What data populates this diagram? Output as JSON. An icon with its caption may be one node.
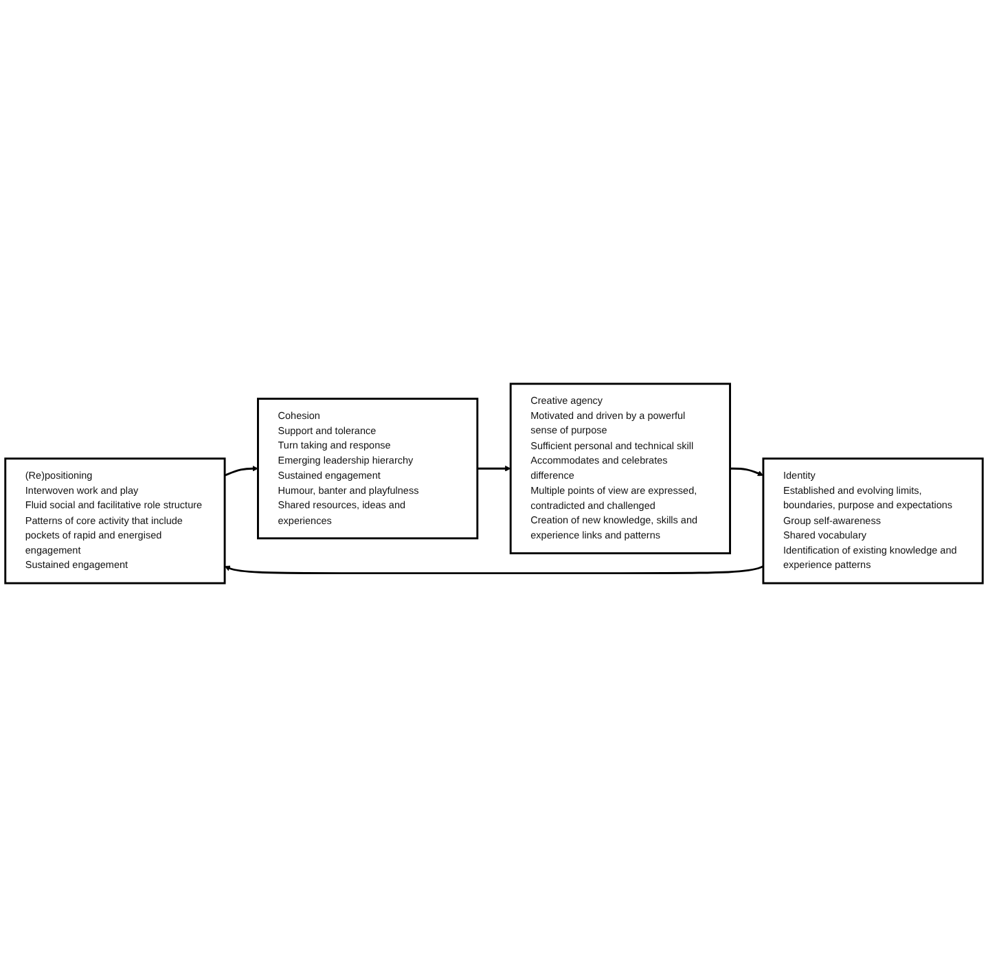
{
  "diagram": {
    "nodes": [
      {
        "text": [
          "(Re)positioning",
          "Interwoven work and play",
          "Fluid social and facilitative role structure",
          "Patterns of core activity that include pockets of rapid and energised engagement",
          "Sustained engagement"
        ]
      },
      {
        "text": [
          "Cohesion",
          "Support and tolerance",
          "Turn taking and response",
          "Emerging leadership hierarchy",
          "Sustained engagement",
          "Humour, banter and playfulness",
          "Shared resources, ideas and experiences"
        ]
      },
      {
        "text": [
          "Identity",
          "Established and evolving limits, boundaries, purpose and expectations",
          "Group self-awareness",
          "Shared vocabulary",
          "Identification of existing knowledge and experience patterns"
        ]
      },
      {
        "text": [
          "Creative agency",
          "Motivated and driven by a powerful sense of purpose",
          "Sufficient personal and technical skill",
          "Accommodates and celebrates difference",
          "Multiple points of view are expressed, contradicted and challenged",
          "Creation of new knowledge, skills and experience links and patterns"
        ]
      }
    ],
    "edges": [
      {
        "from": 0,
        "to": 1,
        "arrow": "to"
      },
      {
        "from": 1,
        "to": 3,
        "arrow": "to"
      },
      {
        "from": 3,
        "to": 2,
        "arrow": "to"
      },
      {
        "from": 2,
        "to": 0,
        "arrow": "to"
      }
    ]
  }
}
